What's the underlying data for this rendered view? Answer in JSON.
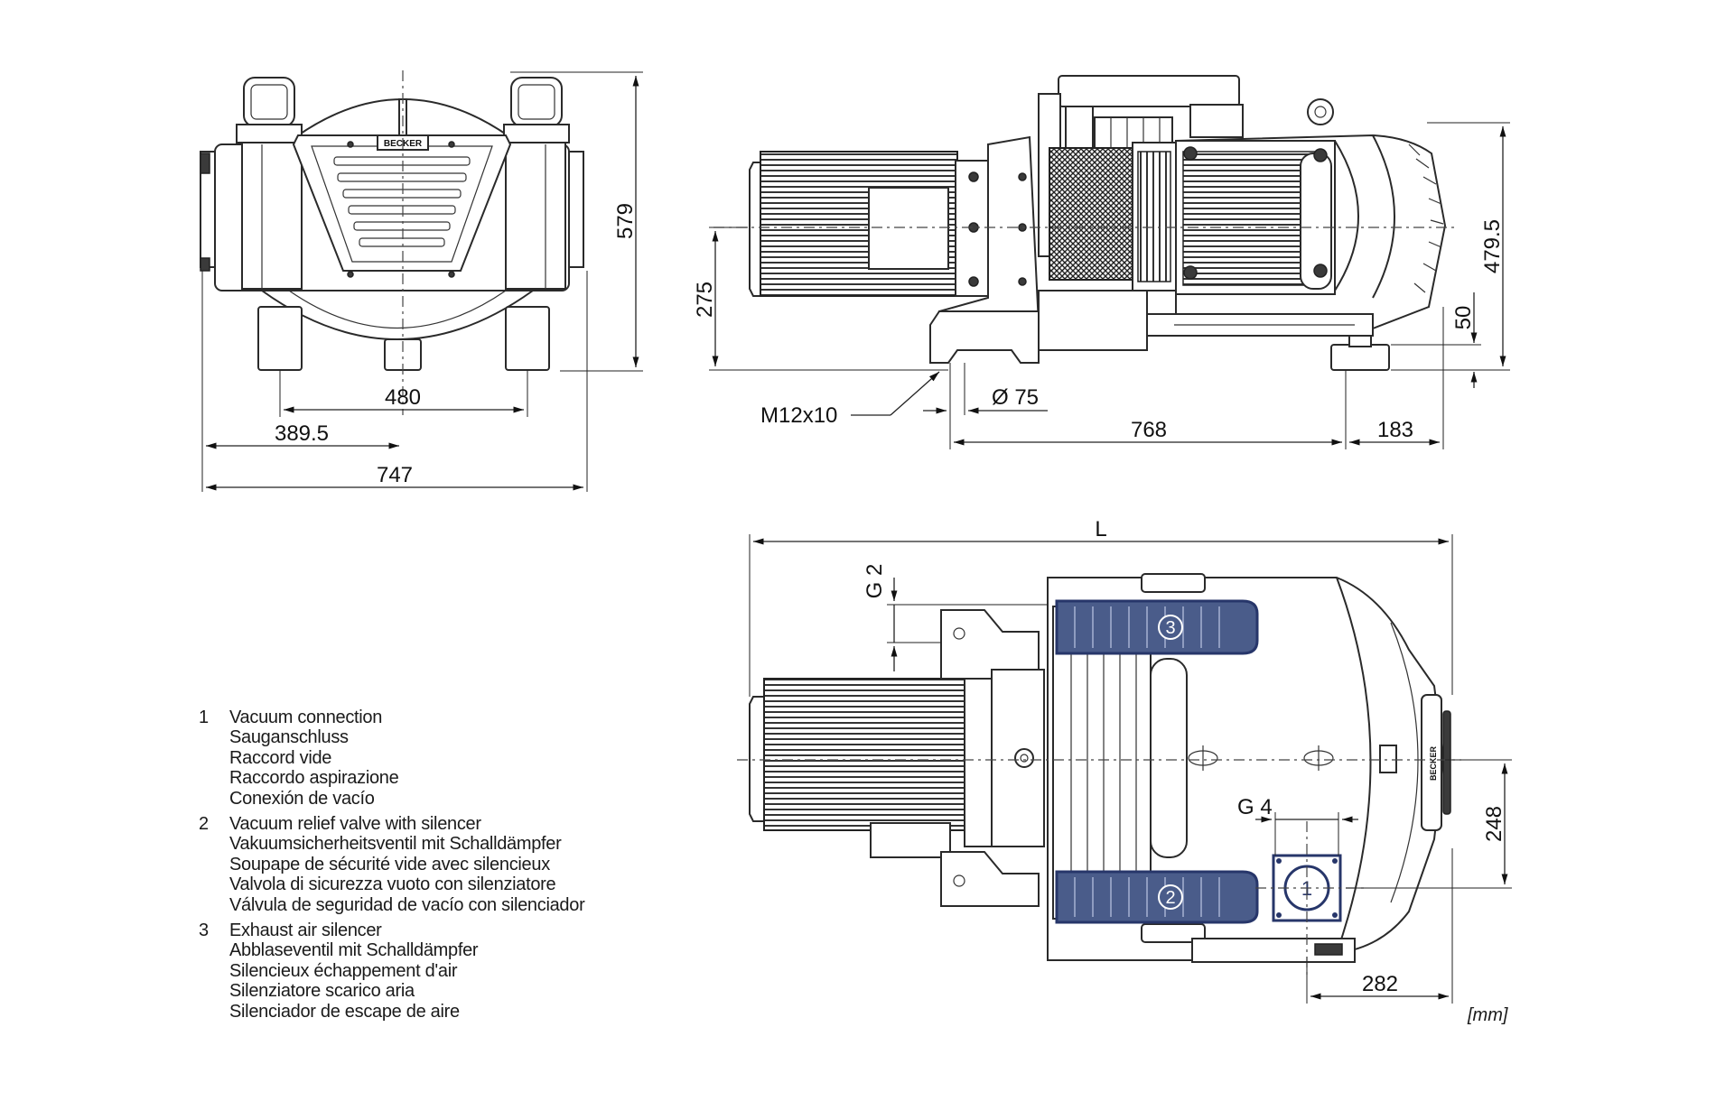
{
  "dimensions": {
    "front_height": "579",
    "front_foot_span": "480",
    "front_half_width": "389.5",
    "front_total_width": "747",
    "side_axis_height": "275",
    "side_total_height": "479.5",
    "side_foot_height": "50",
    "side_thread": "M12x10",
    "side_hole_diameter": "Ø 75",
    "side_length": "768",
    "side_rear_offset": "183",
    "top_length": "L",
    "top_g2": "G 2",
    "top_g4": "G 4",
    "top_offset_248": "248",
    "top_offset_282": "282"
  },
  "brand_label": "BECKER",
  "callouts": [
    "1",
    "2",
    "3"
  ],
  "legend": [
    {
      "number": "1",
      "lines": [
        "Vacuum connection",
        "Sauganschluss",
        "Raccord vide",
        "Raccordo aspirazione",
        "Conexión de vacío"
      ]
    },
    {
      "number": "2",
      "lines": [
        "Vacuum relief valve with silencer",
        "Vakuumsicherheitsventil mit Schalldämpfer",
        "Soupape de sécurité vide avec silencieux",
        "Valvola di sicurezza vuoto con silenziatore",
        "Válvula de seguridad de vacío con silenciador"
      ]
    },
    {
      "number": "3",
      "lines": [
        "Exhaust air silencer",
        "Abblaseventil mit Schalldämpfer",
        "Silencieux échappement d'air",
        "Silenziatore scarico aria",
        "Silenciador de escape de aire"
      ]
    }
  ],
  "units": "[mm]",
  "colors": {
    "silencer": "#4a5c8a",
    "line": "#2a2a2a"
  }
}
